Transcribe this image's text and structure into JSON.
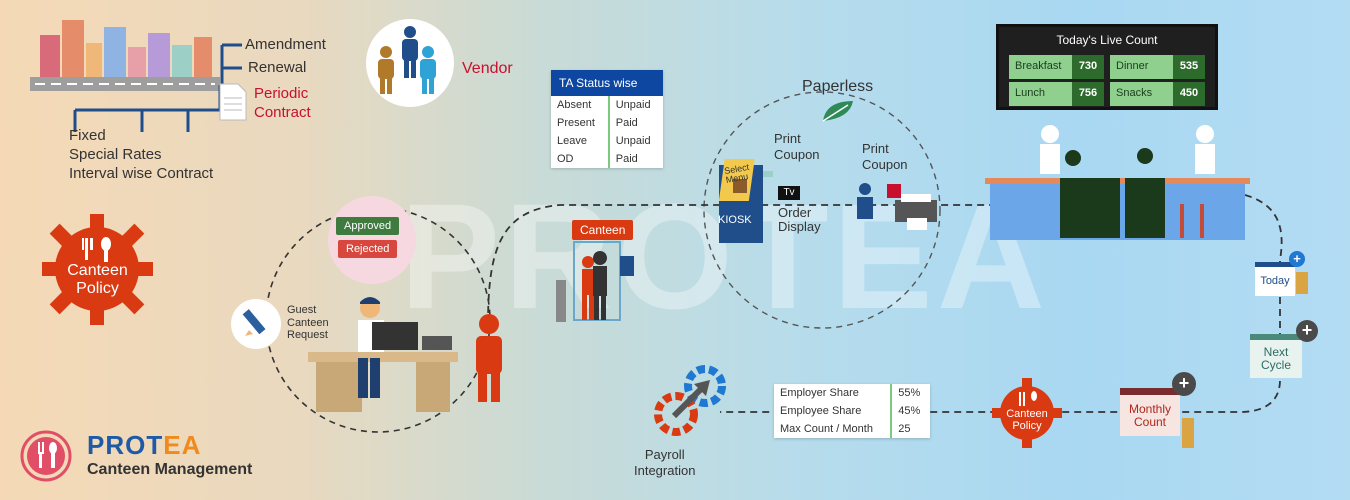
{
  "brand": {
    "name_a": "PROT",
    "name_b": "EA",
    "subtitle": "Canteen Management",
    "watermark": "PROTEA"
  },
  "contract": {
    "items_top": [
      "Amendment",
      "Renewal"
    ],
    "periodic": [
      "Periodic",
      "Contract"
    ],
    "items_bottom": [
      "Fixed",
      "Special Rates",
      "Interval wise Contract"
    ]
  },
  "vendor": {
    "label": "Vendor"
  },
  "canteen_policy": {
    "label_1": "Canteen",
    "label_2": "Policy"
  },
  "ta_status": {
    "title": "TA Status wise",
    "rows": [
      [
        "Absent",
        "Unpaid"
      ],
      [
        "Present",
        "Paid"
      ],
      [
        "Leave",
        "Unpaid"
      ],
      [
        "OD",
        "Paid"
      ]
    ]
  },
  "paperless": {
    "label": "Paperless"
  },
  "print_coupon_1": [
    "Print",
    "Coupon"
  ],
  "print_coupon_2": [
    "Print",
    "Coupon"
  ],
  "tv": {
    "label": "Tv"
  },
  "order_display": [
    "Order",
    "Display"
  ],
  "kiosk": {
    "label": "KIOSK",
    "menu": "Select Menu"
  },
  "canteen_sign": {
    "label": "Canteen"
  },
  "approval": {
    "approved": "Approved",
    "rejected": "Rejected"
  },
  "guest_request": [
    "Guest",
    "Canteen",
    "Request"
  ],
  "live_count": {
    "title": "Today's Live Count",
    "items": [
      {
        "name": "Breakfast",
        "value": "730"
      },
      {
        "name": "Dinner",
        "value": "535"
      },
      {
        "name": "Lunch",
        "value": "756"
      },
      {
        "name": "Snacks",
        "value": "450"
      }
    ]
  },
  "calendar": {
    "today": "Today",
    "next_cycle": [
      "Next",
      "Cycle"
    ],
    "monthly_count": [
      "Monthly",
      "Count"
    ]
  },
  "shares": {
    "rows": [
      [
        "Employer Share",
        "55%"
      ],
      [
        "Employee Share",
        "45%"
      ],
      [
        "Max Count / Month",
        "25"
      ]
    ]
  },
  "canteen_policy_small": [
    "Canteen",
    "Policy"
  ],
  "payroll": [
    "Payroll",
    "Integration"
  ],
  "colors": {
    "red": "#c8102e",
    "gear": "#d93a12",
    "navy": "#0d47a1",
    "green": "#2d6b2d",
    "brand_blue": "#1f5aa6",
    "brand_orange": "#f08a1c"
  }
}
